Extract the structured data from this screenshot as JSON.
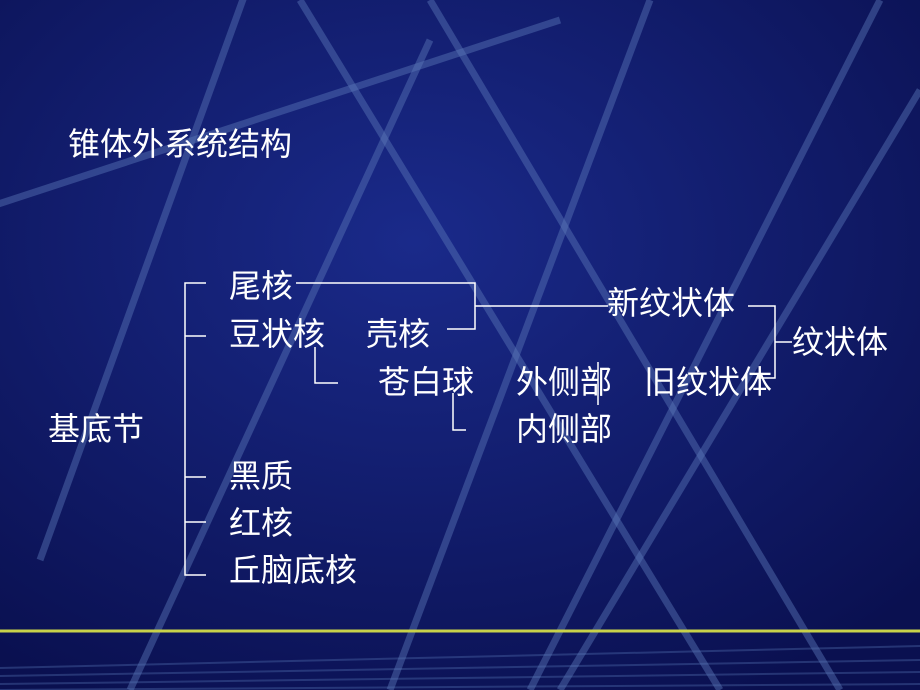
{
  "title": "锥体外系统结构",
  "root": "基底节",
  "branches": {
    "caudate": "尾核",
    "lentiform": "豆状核",
    "putamen": "壳核",
    "globus_pallidus": "苍白球",
    "lateral_part": "外侧部",
    "medial_part": "内侧部",
    "substantia_nigra": "黑质",
    "red_nucleus": "红核",
    "subthalamic": "丘脑底核"
  },
  "groups": {
    "neostriatum": "新纹状体",
    "paleostriatum": "旧纹状体",
    "striatum": "纹状体"
  },
  "colors": {
    "background": "#0d1563",
    "text": "#ffffff",
    "bracket": "#ffffff",
    "accent_line": "#c8d24a",
    "streak": "#5a78b8"
  }
}
